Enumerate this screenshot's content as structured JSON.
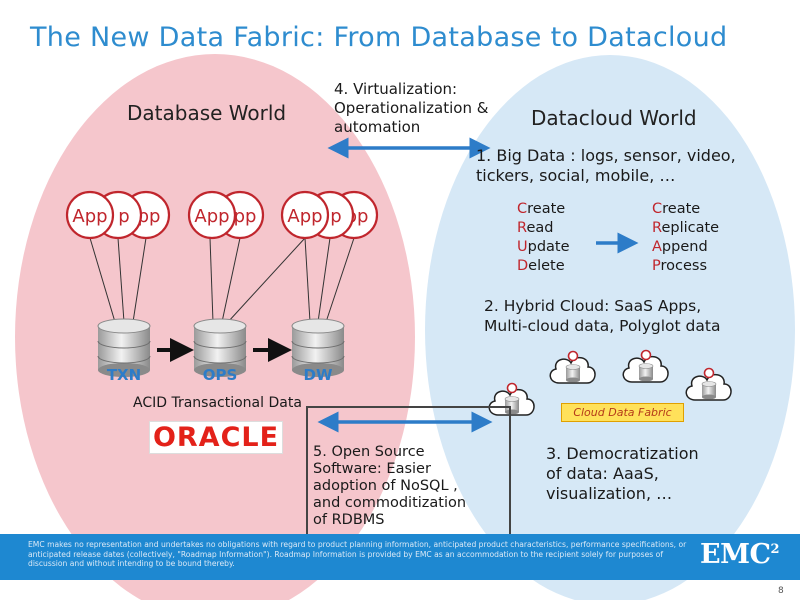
{
  "title": "The New Data Fabric: From Database to Datacloud",
  "database_world": {
    "label": "Database World",
    "app_label": "App",
    "app_partial_1": "p",
    "app_partial_2": "pp",
    "databases": [
      "TXN",
      "OPS",
      "DW"
    ],
    "acid_label": "ACID Transactional Data",
    "oracle_logo": "ORACLE"
  },
  "datacloud_world": {
    "label": "Datacloud World",
    "item1_line1": "1. Big Data :  logs, sensor, video,",
    "item1_line2": "tickers, social, mobile, …",
    "crud_left": [
      {
        "initial": "C",
        "rest": "reate"
      },
      {
        "initial": "R",
        "rest": "ead"
      },
      {
        "initial": "U",
        "rest": "pdate"
      },
      {
        "initial": "D",
        "rest": "elete"
      }
    ],
    "crud_right": [
      {
        "initial": "C",
        "rest": "reate"
      },
      {
        "initial": "R",
        "rest": "eplicate"
      },
      {
        "initial": "A",
        "rest": "ppend"
      },
      {
        "initial": "P",
        "rest": "rocess"
      }
    ],
    "item2_line1": "2. Hybrid Cloud: SaaS Apps,",
    "item2_line2": "Multi-cloud data, Polyglot data",
    "cloud_data_fabric": "Cloud Data Fabric",
    "item3_line1": "3. Democratization",
    "item3_line2": "of data: AaaS,",
    "item3_line3": "visualization, …"
  },
  "virtualization": {
    "line1": "4. Virtualization:",
    "line2": "Operationalization &",
    "line3": "automation"
  },
  "open_source": {
    "line1": "5. Open Source",
    "line2": "Software: Easier",
    "line3": "adoption of NoSQL ,",
    "line4": "and commoditization",
    "line5": "of RDBMS"
  },
  "footer": {
    "disclaimer": "EMC makes no representation and undertakes no obligations with regard to product planning information, anticipated product characteristics, performance specifications, or anticipated release dates (collectively, \"Roadmap Information\").  Roadmap Information is provided by EMC as an accommodation to the recipient solely for purposes of discussion and without intending to be bound thereby.",
    "logo": "EMC",
    "logo_sup": "2",
    "page_number": "8"
  },
  "colors": {
    "title": "#2e8ccf",
    "database_world_fill": "#f5c6cc",
    "datacloud_world_fill": "#d6e8f6",
    "app_circle_border": "#c0262d",
    "arrow_blue": "#2d7cc8",
    "footer_bar": "#1e88d1"
  }
}
